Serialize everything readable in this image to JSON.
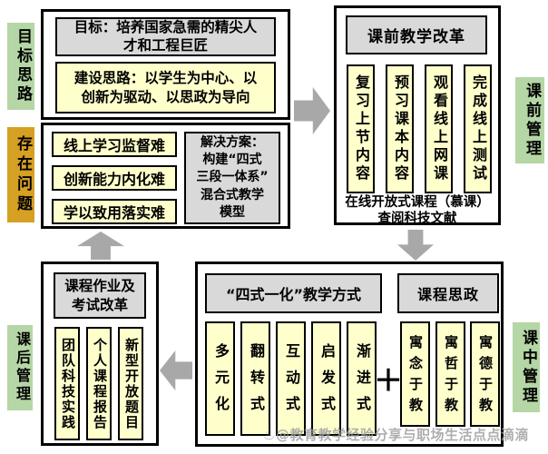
{
  "stage_labels": {
    "goal": "目标思路",
    "problem": "存在问题",
    "pre_class": "课前管理",
    "in_class": "课中管理",
    "post_class": "课后管理"
  },
  "goal_section": {
    "objective": "目标：培养国家急需的精尖人\n才和工程巨匠",
    "approach": "建设思路：以学生为中心、以\n创新为驱动、以思政为导向"
  },
  "problem_section": {
    "problems": [
      "线上学习监督难",
      "创新能力内化难",
      "学以致用落实难"
    ],
    "solution": "解决方案：\n构建“四式\n三段一体系”\n混合式教学\n模型"
  },
  "pre_class_section": {
    "title": "课前教学改革",
    "items": [
      "复习上节内容",
      "预习课本内容",
      "观看线上网课",
      "完成线上测试"
    ],
    "note": "在线开放式课程（慕课）\n查阅科技文献"
  },
  "in_class_section": {
    "methods_title": "“四式一化”教学方式",
    "methods": [
      "多元化",
      "翻转式",
      "互动式",
      "启发式",
      "渐进式"
    ],
    "plus": "＋",
    "ideology_title": "课程思政",
    "ideology_items": [
      "寓念于教",
      "寓哲于教",
      "寓德于教"
    ]
  },
  "post_class_section": {
    "title": "课程作业及\n考试改革",
    "items": [
      "团队科技实践",
      "个人课程报告",
      "新型开放题目"
    ]
  },
  "watermark": "♨@教育教学经验分享与职场生活点点滴滴",
  "colors": {
    "stage_green": "#b5d6a5",
    "stage_gold": "#d6a023",
    "item_yellow": "#ffffcc",
    "header_gray": "#d9d9d9",
    "arrow_gray": "#a8a8a8",
    "border_black": "#000000"
  }
}
